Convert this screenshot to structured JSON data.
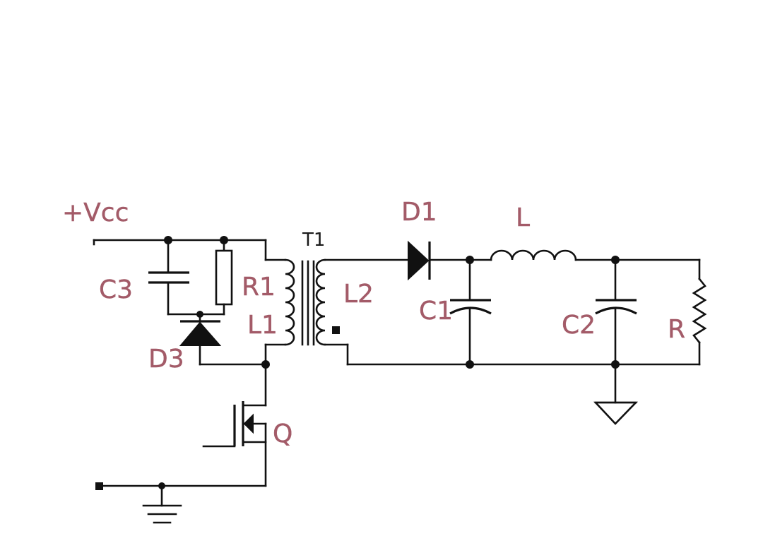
{
  "labels": {
    "vcc": "+Vcc",
    "t1": "T1",
    "d1": "D1",
    "l": "L",
    "c3": "C3",
    "r1": "R1",
    "l2": "L2",
    "c1": "C1",
    "l1": "L1",
    "c2": "C2",
    "r": "R",
    "d3": "D3",
    "q": "Q"
  },
  "colors": {
    "wire": "#111111",
    "label": "#a35b68",
    "background": "#ffffff"
  }
}
